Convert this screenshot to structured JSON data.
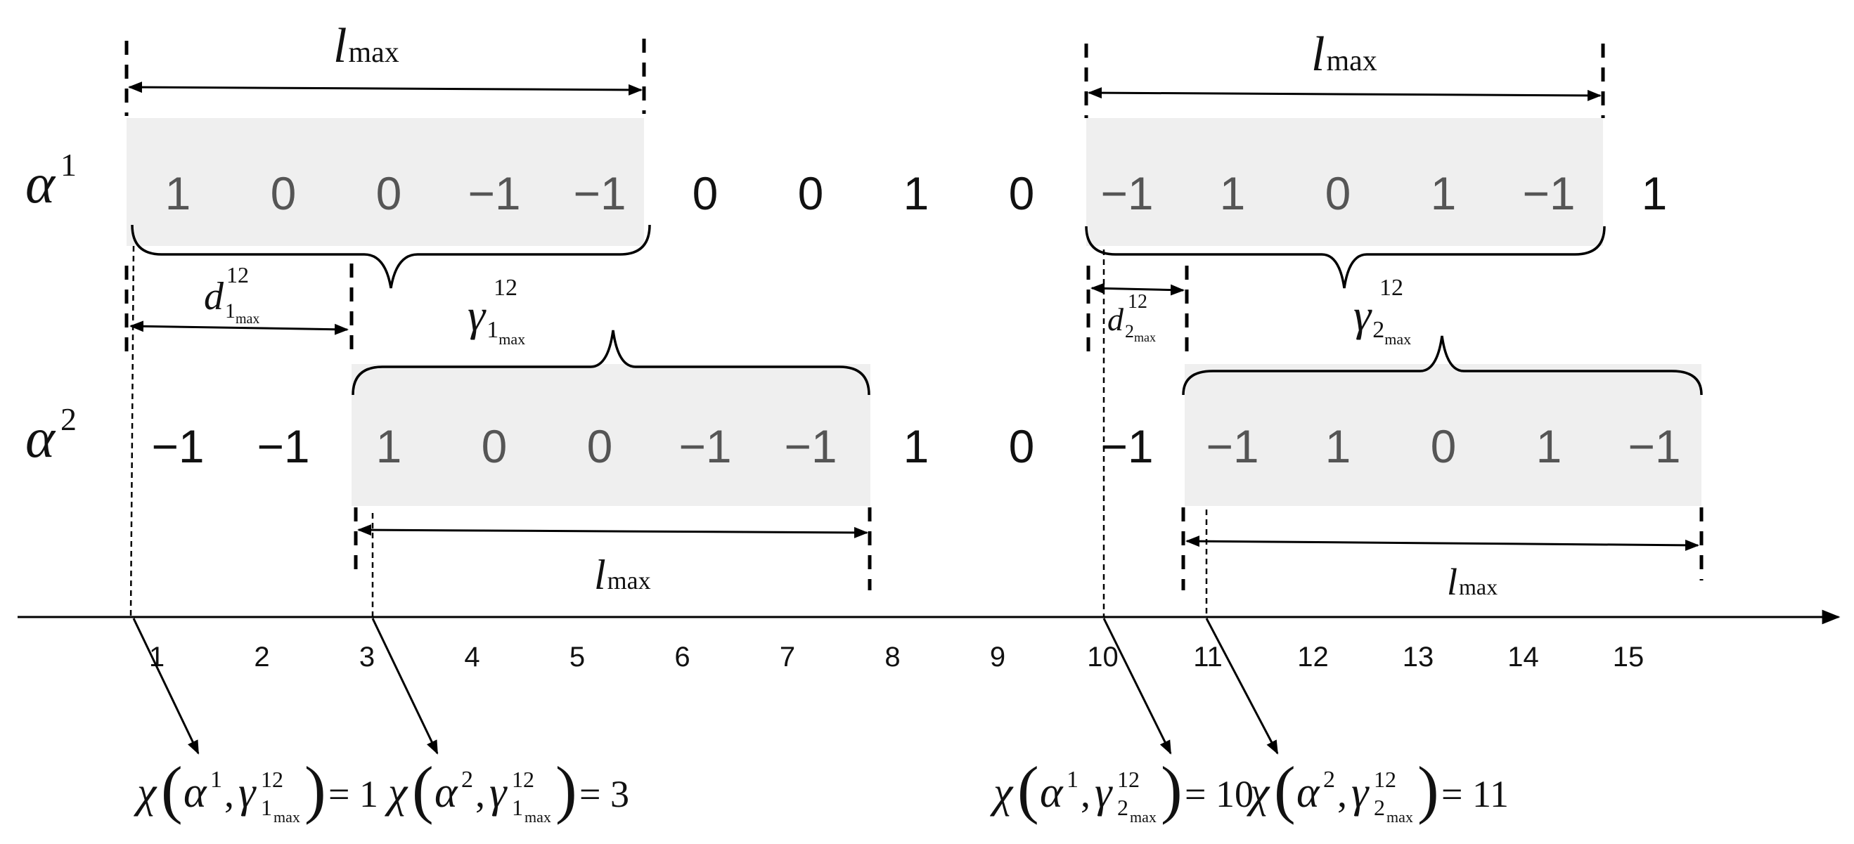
{
  "rows": {
    "alpha1": {
      "label_base": "α",
      "label_sup": "1",
      "values": [
        "1",
        "0",
        "0",
        "−1",
        "−1",
        "0",
        "0",
        "1",
        "0",
        "−1",
        "1",
        "0",
        "1",
        "−1",
        "1"
      ]
    },
    "alpha2": {
      "label_base": "α",
      "label_sup": "2",
      "values": [
        "−1",
        "−1",
        "1",
        "0",
        "0",
        "−1",
        "−1",
        "1",
        "0",
        "−1",
        "−1",
        "1",
        "0",
        "1",
        "−1"
      ]
    }
  },
  "axis_ticks": [
    "1",
    "2",
    "3",
    "4",
    "5",
    "6",
    "7",
    "8",
    "9",
    "10",
    "11",
    "12",
    "13",
    "14",
    "15"
  ],
  "labels": {
    "lmax_l": "l",
    "lmax_sub": "max",
    "gamma": "γ",
    "gamma_sup": "12",
    "gamma1_sub": "1",
    "gamma2_sub": "2",
    "gamma_subsub": "max",
    "d": "d",
    "d_sup": "12",
    "d1_sub": "1",
    "d2_sub": "2",
    "d_subsub": "max"
  },
  "formulas": [
    {
      "chi": "χ",
      "alpha_sup": "1",
      "gamma_sub": "1",
      "result": "= 1"
    },
    {
      "chi": "χ",
      "alpha_sup": "2",
      "gamma_sub": "1",
      "result": "= 3"
    },
    {
      "chi": "χ",
      "alpha_sup": "1",
      "gamma_sub": "2",
      "result": "= 10"
    },
    {
      "chi": "χ",
      "alpha_sup": "2",
      "gamma_sub": "2",
      "result": "= 11"
    }
  ]
}
